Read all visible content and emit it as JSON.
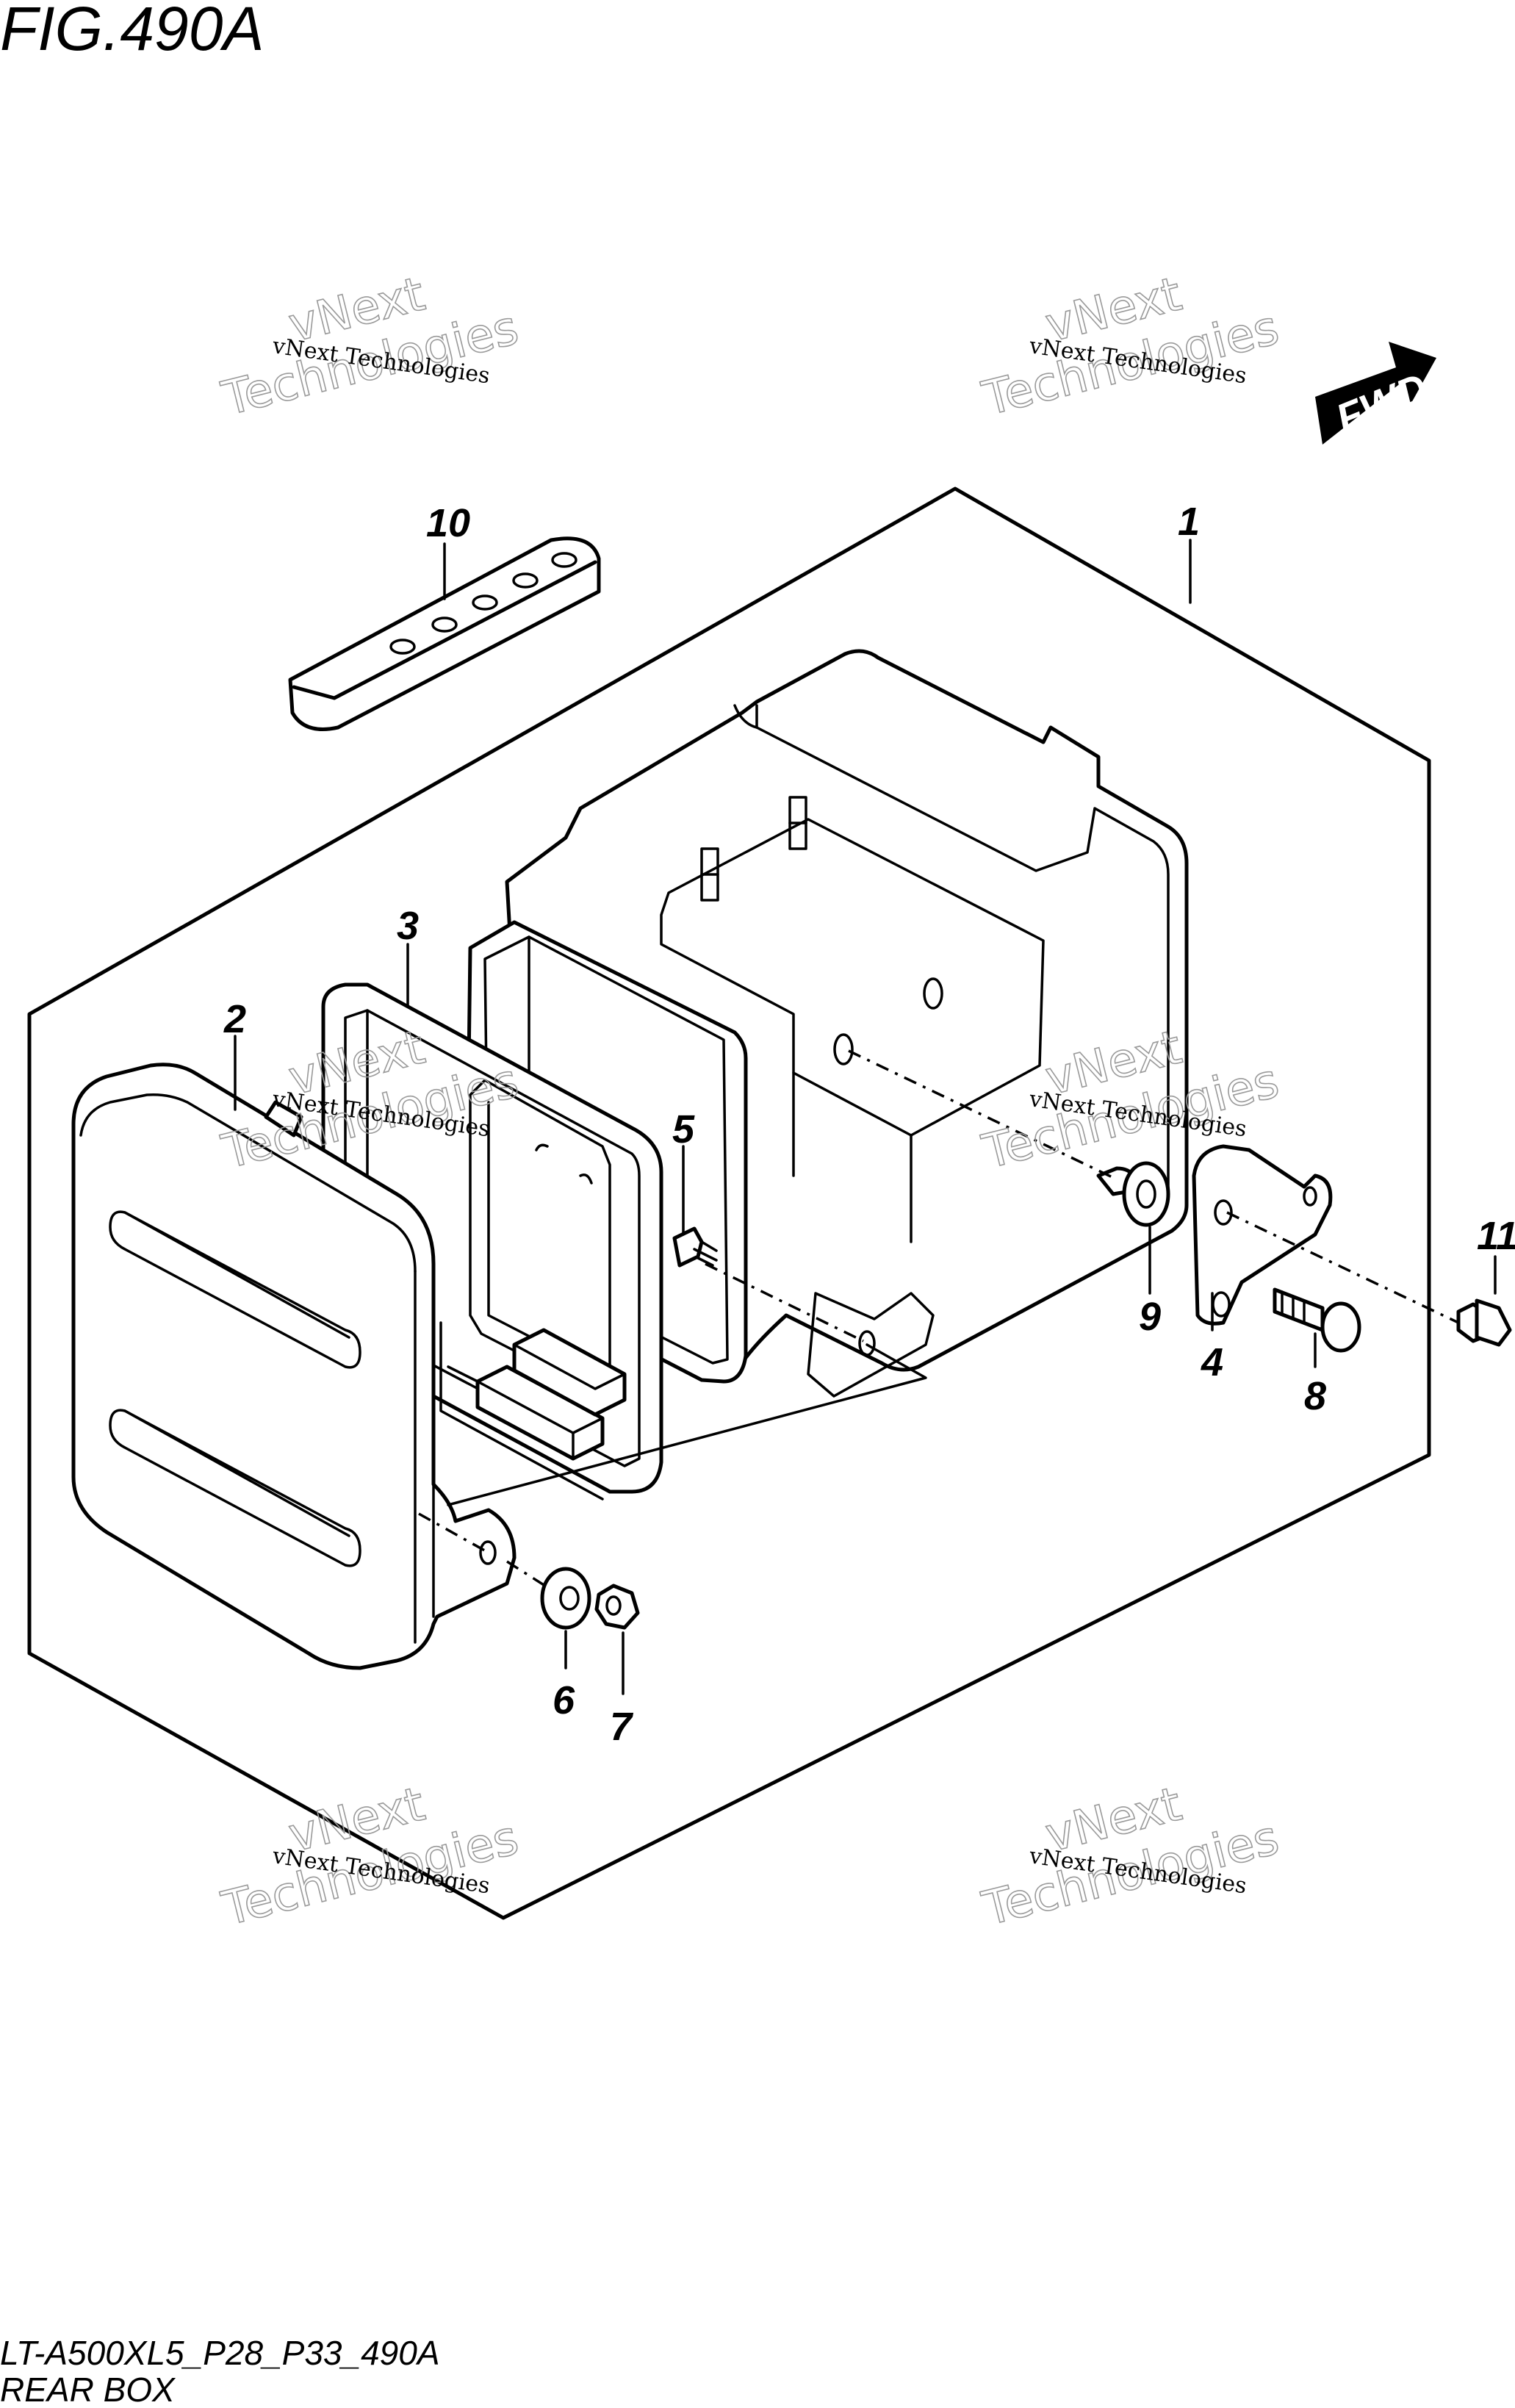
{
  "figure": {
    "title": "FIG.490A",
    "model_code": "LT-A500XL5_P28_P33_490A",
    "section_name": "REAR BOX"
  },
  "direction_indicator": {
    "label": "FWD",
    "icon": "fwd-arrow-icon"
  },
  "watermark": {
    "line1": "vNext Technologies",
    "line2": "vNext",
    "line3": "Technologies"
  },
  "callouts": {
    "c1": "1",
    "c2": "2",
    "c3": "3",
    "c4": "4",
    "c5": "5",
    "c6": "6",
    "c7": "7",
    "c8": "8",
    "c9": "9",
    "c10": "10",
    "c11": "11"
  },
  "colors": {
    "ink": "#000000",
    "paper": "#ffffff",
    "watermark": "#9a9a9a"
  }
}
